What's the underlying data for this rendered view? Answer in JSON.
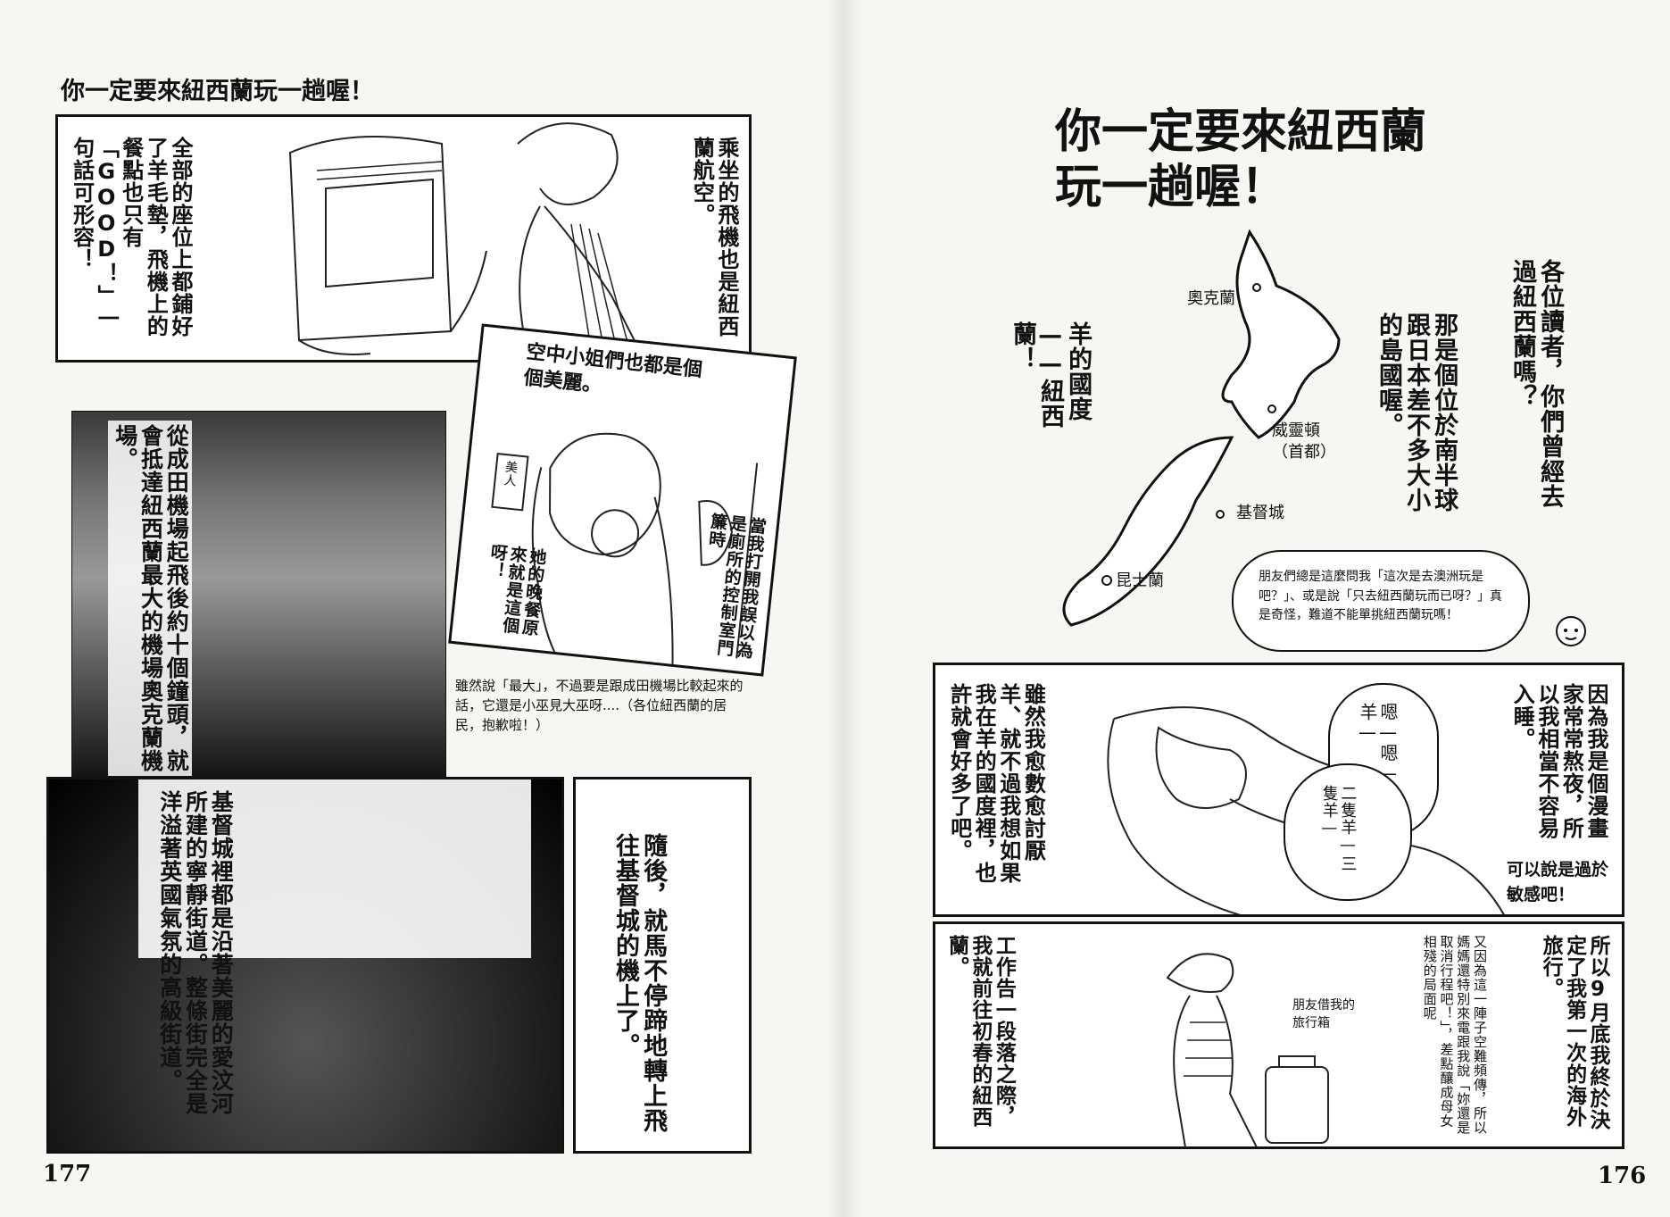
{
  "left_page": {
    "header": "你一定要來紐西蘭玩一趟喔！",
    "page_number": "177",
    "panel1": {
      "text_a": "乘坐的飛機也是紐西蘭航空。",
      "text_b": "全部的座位上都鋪好了羊毛墊，飛機上的餐點也只有「GOOD！」一句話可形容！"
    },
    "panel2": {
      "text": "從成田機場起飛後約十個鐘頭，就會抵達紐西蘭最大的機場奧克蘭機場。",
      "footnote": "雖然說「最大」，不過要是跟成田機場比較起來的話，它還是小巫見大巫呀....（各位紐西蘭的居民，抱歉啦！）"
    },
    "panel3": {
      "title": "空中小姐們也都是個個美麗。",
      "sign": "美人",
      "text_a": "當我打開我誤以為是廁所的控制室門簾時",
      "text_b": "她的晚餐原來就是這個呀！"
    },
    "panel4": {
      "text": "基督城裡都是沿著美麗的愛汶河所建的寧靜街道。整條街完全是洋溢著英國氣氛的高級街道。"
    },
    "panel5": {
      "text": "隨後，就馬不停蹄地轉上飛往基督城的機上了。"
    }
  },
  "right_page": {
    "title_line1": "你一定要來紐西蘭",
    "title_line2": "玩一趟喔！",
    "page_number": "176",
    "intro_a": "各位讀者，你們曾經去過紐西蘭嗎？",
    "intro_b": "那是個位於南半球跟日本差不多大小的島國喔。",
    "intro_c": "羊的國度——紐西蘭！",
    "map_labels": {
      "auckland": "奧克蘭",
      "wellington": "威靈頓",
      "capital": "（首都）",
      "christchurch": "基督城",
      "queenstown": "昆士蘭"
    },
    "thought_bubble": "朋友們總是這麼問我「這次是去澳洲玩是吧？」、或是說「只去紐西蘭玩而已呀？」真是奇怪，難道不能單挑紐西蘭玩嗎！",
    "panel_sheep": {
      "text_a": "因為我是個漫畫家常常熬夜，所以我相當不容易入睡。",
      "text_b": "雖然我愈數愈討厭羊、就不過我想如果我在羊的國度裡，也許就會好多了吧。",
      "bubble_a": "嗯—嗯—一隻羊—",
      "bubble_b": "二隻羊—三隻羊—",
      "note": "可以說是過於敏感吧！"
    },
    "panel_trip": {
      "text_a": "所以9月底我終於決定了我第一次的海外旅行。",
      "text_b": "又因為這一陣子空難頻傳，所以媽媽還特別來電跟我說「妳還是取消行程吧！」，差點釀成母女相殘的局面呢",
      "text_c": "工作告一段落之際，我就前往初春的紐西蘭。",
      "luggage_label": "朋友借我的旅行箱"
    }
  }
}
